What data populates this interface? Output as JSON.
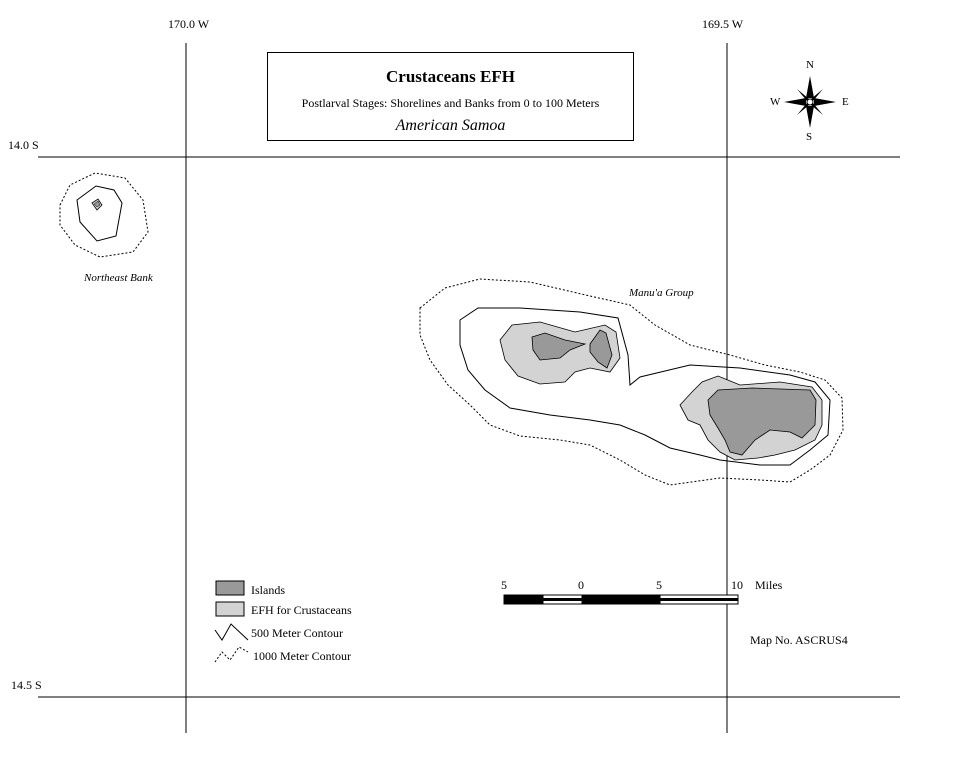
{
  "map": {
    "title": "Crustaceans EFH",
    "subtitle": "Postlarval Stages:  Shorelines and Banks from 0 to 100 Meters",
    "region": "American Samoa",
    "map_number": "Map No. ASCRUS4"
  },
  "graticule": {
    "lon_west": "170.0 W",
    "lon_east": "169.5 W",
    "lat_north": "14.0 S",
    "lat_south": "14.5 S"
  },
  "compass": {
    "n": "N",
    "s": "S",
    "e": "E",
    "w": "W"
  },
  "features": {
    "northeast_bank": "Northeast Bank",
    "manua_group": "Manu'a Group"
  },
  "legend": {
    "items": [
      {
        "label": "Islands",
        "color": "#999999"
      },
      {
        "label": "EFH for Crustaceans",
        "color": "#d3d3d3"
      },
      {
        "label": "500 Meter Contour"
      },
      {
        "label": "1000 Meter Contour"
      }
    ]
  },
  "scale_bar": {
    "ticks": [
      "5",
      "0",
      "5",
      "10"
    ],
    "unit": "Miles"
  }
}
